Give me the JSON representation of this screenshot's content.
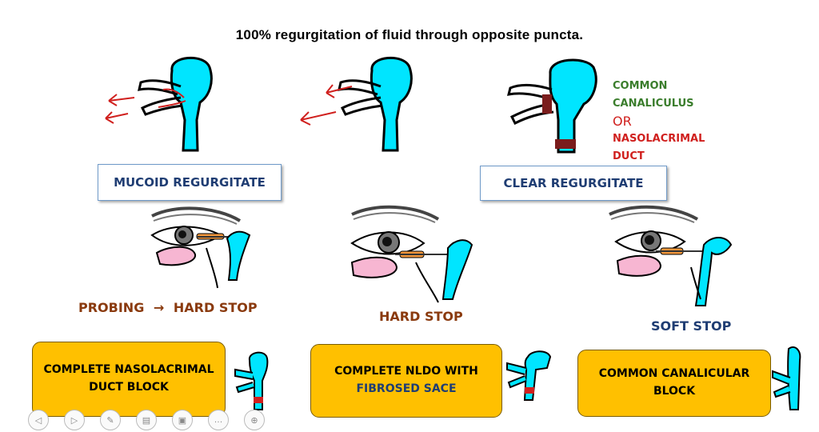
{
  "title": "100% regurgitation of fluid through opposite  puncta.",
  "sac_label": {
    "line1": "COMMON",
    "line2": "CANALICULUS",
    "or": "OR",
    "line3": "NASOLACRIMAL",
    "line4": "DUCT"
  },
  "regurgitate": {
    "mucoid": "MUCOID REGURGITATE",
    "clear": "CLEAR REGURGITATE"
  },
  "probing": {
    "left": "PROBING",
    "arrow": "→",
    "right": "HARD STOP",
    "middle": "HARD STOP",
    "soft": "SOFT  STOP"
  },
  "diagnosis": {
    "box1_line1": "COMPLETE NASOLACRIMAL",
    "box1_line2": "DUCT BLOCK",
    "box2_line1": "COMPLETE NLDO WITH",
    "box2_line2": "FIBROSED SACE",
    "box3_line1": "COMMON CANALICULAR",
    "box3_line2": "BLOCK"
  },
  "toolbar": {
    "prev": "◁",
    "next": "▷",
    "pen": "✎",
    "slides": "▤",
    "screen": "▣",
    "more": "…",
    "zoom": "⊕"
  },
  "colors": {
    "cyan": "#00e5ff",
    "red": "#d0201e",
    "green": "#3a7d2c",
    "orange": "#ffc000",
    "navy": "#1f3d73",
    "brown": "#8a3a0e"
  }
}
